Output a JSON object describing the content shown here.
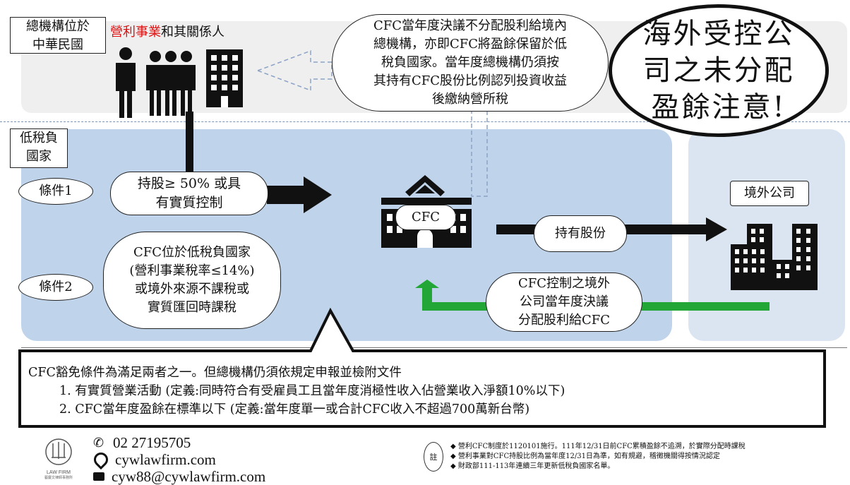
{
  "top_label": {
    "line1": "總機構位於",
    "line2": "中華民國"
  },
  "top_entity": {
    "red": "營利事業",
    "rest": "和其關係人"
  },
  "top_bubble": {
    "lines": [
      "CFC當年度決議不分配股利給境內",
      "總機構，亦即CFC將盈餘保留於低",
      "稅負國家。當年度總機構仍須按",
      "其持有CFC股份比例認列投資收益",
      "後繳納營所稅"
    ]
  },
  "title": {
    "line1": "海外受控公",
    "line2": "司之未分配",
    "line3": "盈餘注意!"
  },
  "mid_label": {
    "line1": "低稅負",
    "line2": "國家"
  },
  "cond1": {
    "label": "條件1",
    "text1": "持股≥ 50% 或具",
    "text2": "有實質控制"
  },
  "cond2": {
    "label": "條件2",
    "lines": [
      "CFC位於低稅負國家",
      "(營利事業稅率≤14%)",
      "或境外來源不課稅或",
      "實質匯回時課稅"
    ]
  },
  "cfc": {
    "label": "CFC"
  },
  "hold_shares": {
    "label": "持有股份"
  },
  "foreign_company": {
    "label": "境外公司"
  },
  "dividend_bubble": {
    "lines": [
      "CFC控制之境外",
      "公司當年度決議",
      "分配股利給CFC"
    ]
  },
  "callout": {
    "heading": "CFC豁免條件為滿足兩者之一。但總機構仍須依規定申報並檢附文件",
    "items": [
      "1.   有實質營業活動 (定義:同時符合有受雇員工且當年度消極性收入佔營業收入淨額10%以下)",
      "2.   CFC當年度盈餘在標準以下 (定義:當年度單一或合計CFC收入不超過700萬新台幣)"
    ]
  },
  "footer": {
    "logo_text": "LAW FIRM",
    "logo_sub": "藝慶文律師事務所",
    "phone": "02 27195705",
    "website": "cywlawfirm.com",
    "email": "cyw88@cywlawfirm.com",
    "notes_badge": "註",
    "notes": [
      "◆ 營利CFC制度於1120101施行。111年12/31日前CFC累積盈餘不追溯，於實際分配時課稅",
      "◆ 營利事業對CFC持股比例為當年度12/31日為準，如有規避，稽徵機關得按情況認定",
      "◆ 財政部111-113年連續三年更新低稅負國家名單。"
    ]
  },
  "colors": {
    "accent_red": "#e01010",
    "band_blue": "#bfd3ea",
    "band_gray": "#efefef",
    "arrow_green": "#22a636"
  }
}
